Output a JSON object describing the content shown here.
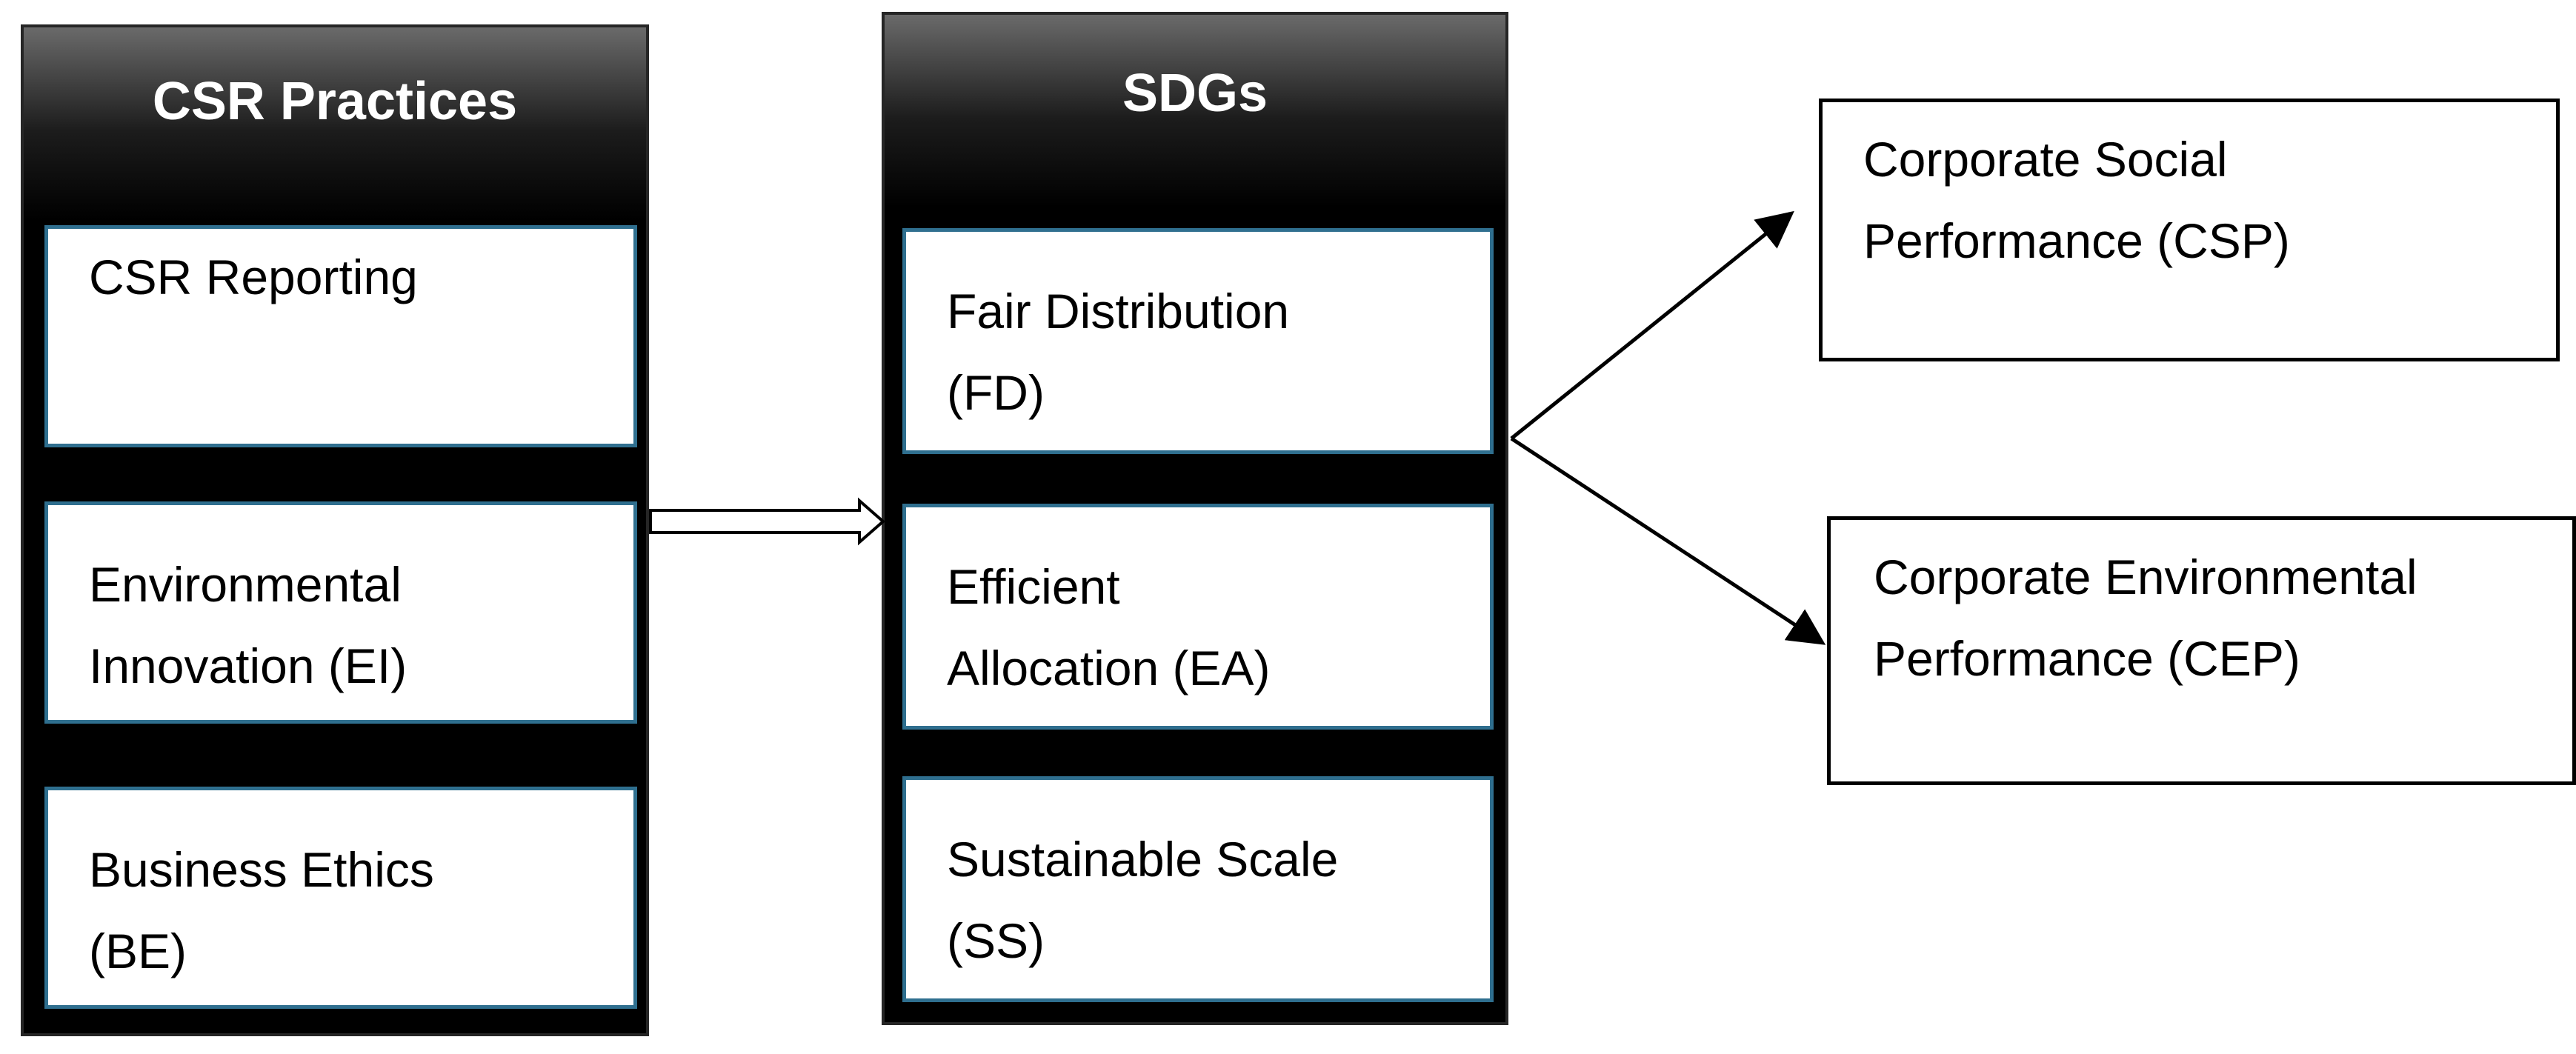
{
  "csr": {
    "title": "CSR Practices",
    "items": [
      "CSR Reporting",
      "Environmental\nInnovation (EI)",
      "Business Ethics\n(BE)"
    ]
  },
  "sdgs": {
    "title": "SDGs",
    "items": [
      "Fair Distribution\n(FD)",
      "Efficient\nAllocation (EA)",
      "Sustainable Scale\n(SS)"
    ]
  },
  "outcomes": [
    "Corporate Social\nPerformance (CSP)",
    "Corporate Environmental\nPerformance (CEP)"
  ],
  "colors": {
    "item_border": "#2f6f8f",
    "column_fill": "#000000",
    "line": "#000000"
  }
}
